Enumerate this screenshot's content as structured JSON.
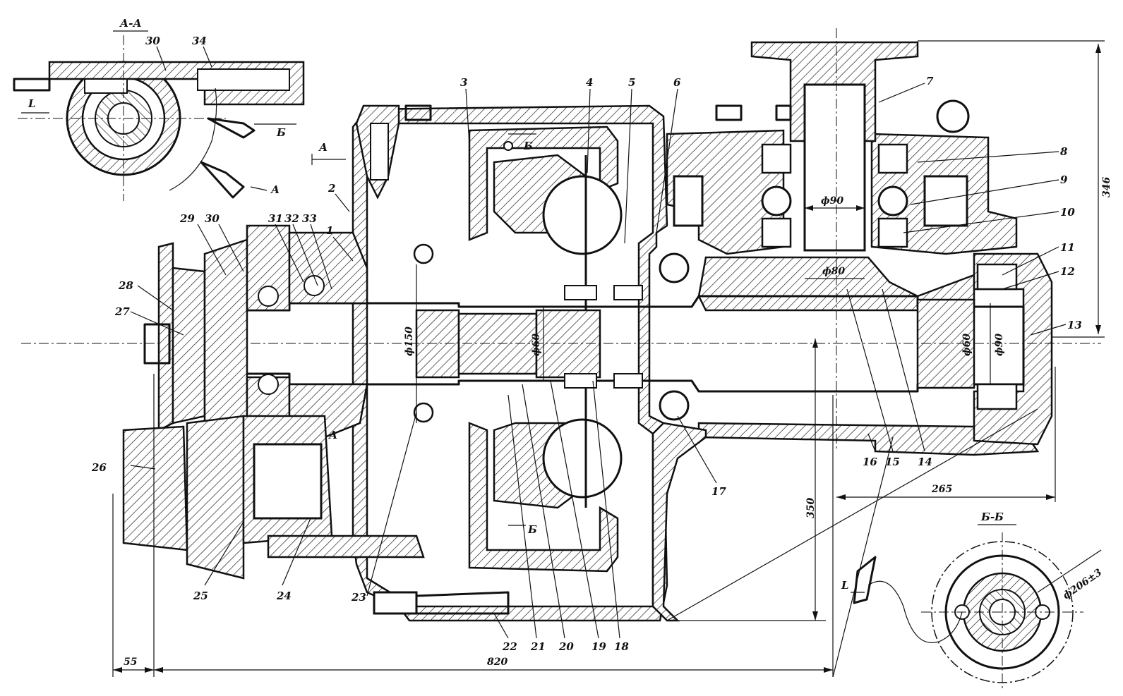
{
  "views": {
    "section_aa": "А-А",
    "section_bb": "Б-Б"
  },
  "part_numbers": {
    "p1": "1",
    "p2": "2",
    "p3": "3",
    "p4": "4",
    "p5": "5",
    "p6": "6",
    "p7": "7",
    "p8": "8",
    "p9": "9",
    "p10": "10",
    "p11": "11",
    "p12": "12",
    "p13": "13",
    "p14": "14",
    "p15": "15",
    "p16": "16",
    "p17": "17",
    "p18": "18",
    "p19": "19",
    "p20": "20",
    "p21": "21",
    "p22": "22",
    "p23": "23",
    "p24": "24",
    "p25": "25",
    "p26": "26",
    "p27": "27",
    "p28": "28",
    "p29": "29",
    "p30": "30",
    "p31": "31",
    "p32": "32",
    "p33": "33",
    "p34": "34",
    "p30_inset": "30",
    "p34_inset": "34"
  },
  "dimensions": {
    "d90_top": "ф90",
    "d80": "ф80",
    "d150": "ф150",
    "d60_mid": "ф60",
    "d60_right": "ф60",
    "d90_right": "ф90",
    "d346": "346",
    "d350": "350",
    "d265": "265",
    "d55": "55",
    "d820": "820",
    "d206": "ф206±3"
  },
  "section_markers": {
    "a_left": "А",
    "a_inset": "А",
    "a_lower": "А",
    "b_top": "Б",
    "b_bottom": "Б",
    "b_inset": "Б",
    "l_inset": "L",
    "l_bb": "L"
  }
}
